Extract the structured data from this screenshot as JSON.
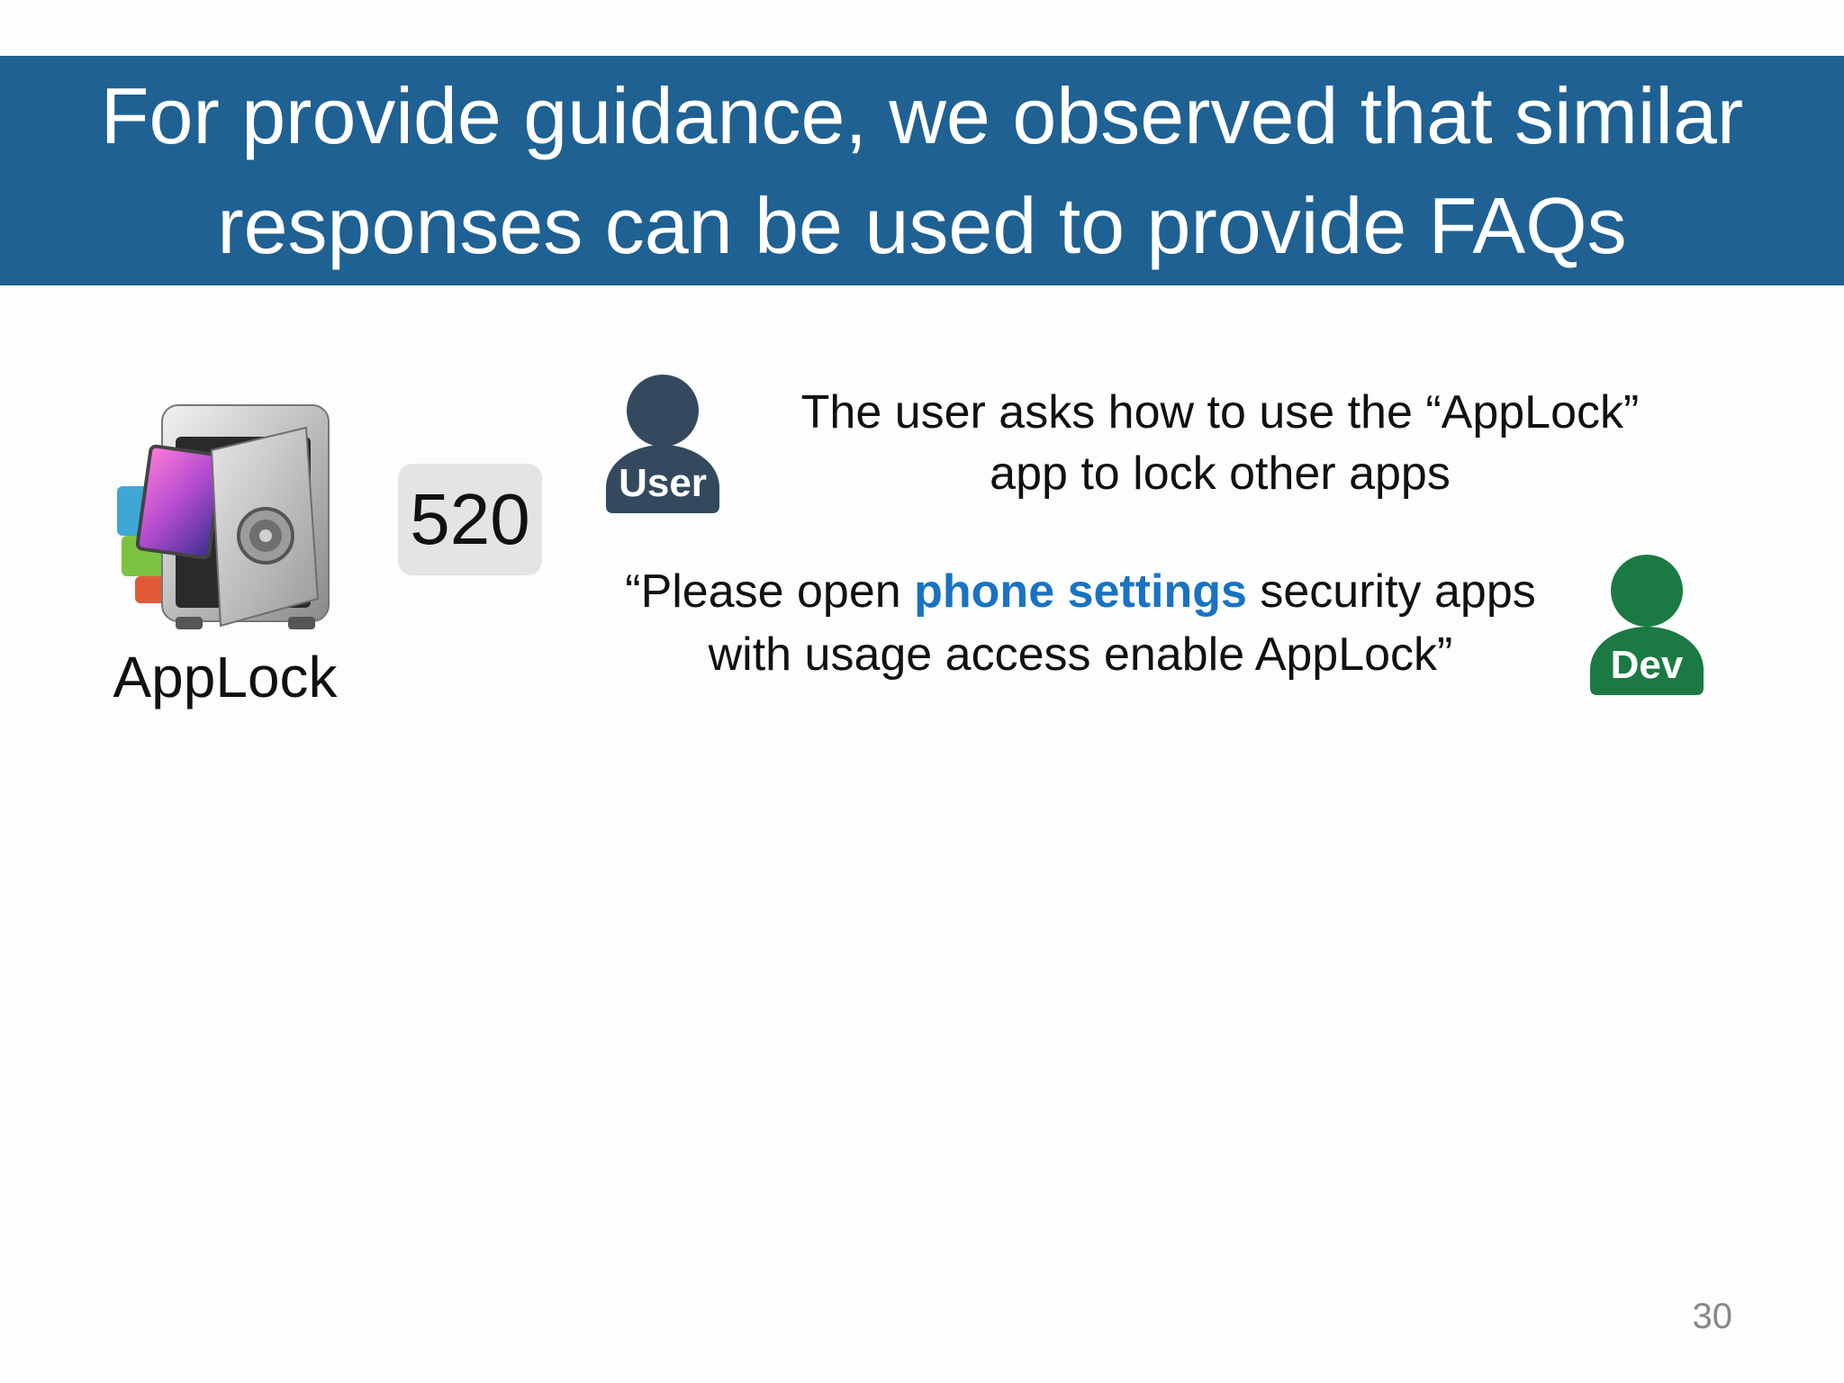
{
  "title": {
    "line1": "For provide guidance, we observed that similar",
    "line2": "responses can be used to provide FAQs"
  },
  "app": {
    "icon": "safe-icon",
    "name": "AppLock"
  },
  "count": "520",
  "user": {
    "label": "User",
    "color": "#34495e",
    "question_line1": "The user asks how to use the “AppLock”",
    "question_line2": "app to lock other apps"
  },
  "dev": {
    "label": "Dev",
    "color": "#1b7a43",
    "answer_part1": "“Please open ",
    "answer_highlight": "phone settings",
    "answer_part2": " security apps",
    "answer_line2": "with usage access enable AppLock”"
  },
  "colors": {
    "title_bar": "#1f6193",
    "highlight": "#1a73c2"
  },
  "page_number": "30"
}
